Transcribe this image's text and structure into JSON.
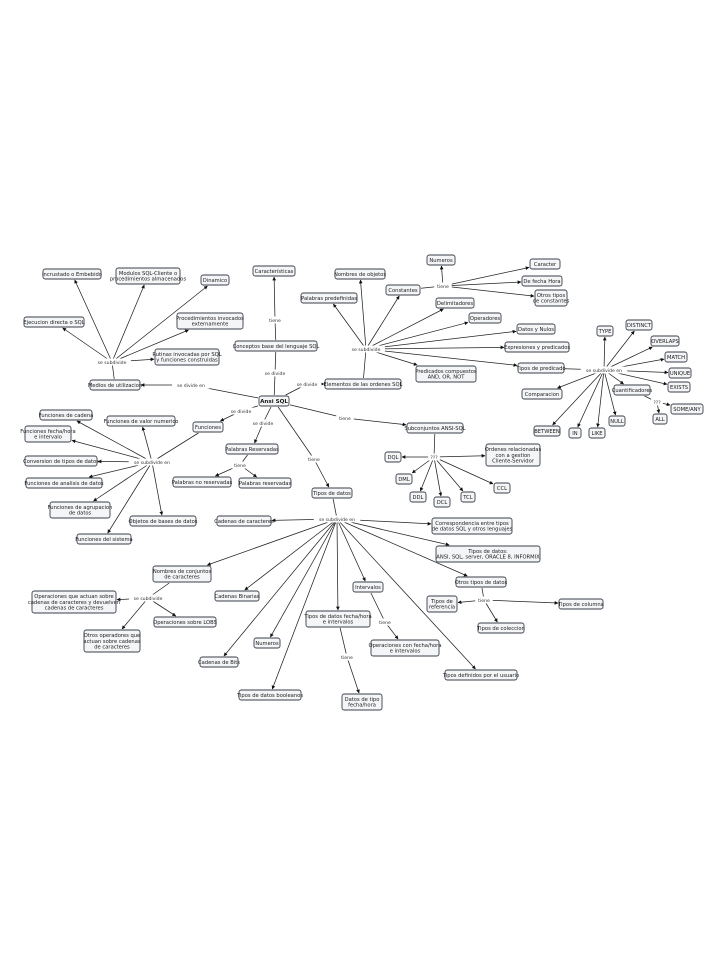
{
  "diagram": {
    "nodes": {
      "ansi": "Ansi SQL",
      "conceptos": "Conceptos base del lenguaje SQL",
      "caracteristicas": "Características",
      "medios": "Medios de utilizacion",
      "incrustado": "Incrustado o Embebido",
      "modulos": [
        "Modulos SQL-Cliente o",
        "procedimientos almacenados"
      ],
      "dinamico": "Dinamico",
      "ejecucion": "Ejecucion directa o SQL",
      "proc_ext": [
        "Procedimientos invocados",
        "externamente"
      ],
      "rutinas": [
        "Rutinas invocadas por SQL",
        "y funciones construidas"
      ],
      "elementos": "Elementos de las ordenes SQL",
      "nombres_obj": "Nombres de objetos",
      "palabras_pred": "Palabras predefinidas",
      "numeros_top": "Numeros",
      "constantes": "Constantes",
      "caracter": "Caracter",
      "fecha_hora": "De fecha Hora",
      "otros_tipos_const": [
        "Otros tipos",
        "de constantes"
      ],
      "delimitadores": "Delimitadores",
      "operadores": "Operadores",
      "datos_nulos": "Datos y Nulos",
      "expresiones": "Expresiones y predicados",
      "tipos_predicado": "Tipos de predicado",
      "predicados_comp": [
        "Predicados compuestos",
        "AND, OR, NOT"
      ],
      "type": "TYPE",
      "distinct": "DISTINCT",
      "overlaps": "OVERLAPS",
      "match": "MATCH",
      "unique": "UNIQUE",
      "exists": "EXISTS",
      "some_any": "SOME/ANY",
      "all": "ALL",
      "cuantificadores": "Cuantificadores",
      "comparacion": "Comparacion",
      "between": "BETWEEN",
      "in": "IN",
      "like": "LIKE",
      "null": "NULL",
      "subconjuntos": "Subconjuntos ANSI-SQL",
      "dql": "DQL",
      "dml": "DML",
      "ddl": "DDL",
      "dcl": "DCL",
      "tcl": "TCL",
      "ccl": "CCL",
      "ordenes_rel": [
        "Ordenes relacionadas",
        "con a gestion",
        "Cliente-Servidor"
      ],
      "funciones": "Funciones",
      "func_cadena": "Funciones de cadena",
      "func_valor_num": "Funciones de valor numerico",
      "func_fecha": [
        "Funciones fecha/hora",
        "e intervalo"
      ],
      "conversion": "Conversion de tipos de datos",
      "func_analisis": "Funciones de analisis de datos",
      "func_agrupacion": [
        "Funciones de agrupacion",
        "de datos"
      ],
      "objetos_bd": "Objetos de bases de datos",
      "func_sistema": "Funciones del sistema",
      "palabras_res": "Palabras Reservadas",
      "palabras_no_res": "Palabras no reservadas",
      "palabras_reservadas": "Palabras reservadas",
      "tipos_datos": "Tipos de datos",
      "cadenas_caracteres": "Cadenas de caracteres",
      "correspondencia": [
        "Correspondencia entre tipos",
        "de datos SQL y otros lenguajes"
      ],
      "tipos_datos_sgbd": [
        "Tipos de datos:",
        "ANSI, SQL, server, ORACLE 8, INFORMIX"
      ],
      "otros_tipos_datos": "Otros tipos de datos",
      "tipos_referencia": [
        "Tipos de",
        "referencia"
      ],
      "tipos_columna": "Tipos de columna",
      "tipos_coleccion": "Tipos de coleccion",
      "tipos_definidos": "Tipos definidos por el usuario",
      "nombres_conjuntos": [
        "Nombres de conjuntos",
        "de caracteres"
      ],
      "op_actuan": [
        "Operaciones que actuan sobre",
        "cadenas de caracteres y devuelven",
        "cadenas de caracteres"
      ],
      "op_lobs": "Operaciones sobre LOBS",
      "otros_op": [
        "Otros operadores que",
        "actuan sobre cadenas",
        "de caracteres"
      ],
      "cadenas_binarias": "Cadenas Binarias",
      "numeros": "Numeros",
      "cadenas_bits": "Cadenas de Bits",
      "tipos_booleanos": "Tipos de datos booleanos",
      "intervalos": "Intervalos",
      "tipos_fecha_int": [
        "Tipos de datos fecha/hora",
        "e intervalos"
      ],
      "operaciones_fecha": [
        "Operaciones con fecha/hora",
        "e intervalos"
      ],
      "datos_fecha": [
        "Datos de tipo",
        "fecha/hora"
      ]
    },
    "links": {
      "se_divide_en": "se divide en",
      "se_divide": "se divide",
      "se_divide2": "se divide",
      "se_divide3": "se divide",
      "se_divide4": "se divide",
      "tiene": "tiene",
      "tiene_car": "tiene",
      "tiene_pal": "tiene",
      "tiene_tipos": "tiene",
      "tiene_int": "tiene",
      "tiene_fecha": "tiene",
      "tiene_const": "tiene",
      "tiene_otros": "tiene",
      "se_subdivide_medios": "se subdivide",
      "se_subdivide_elem": "se subdivide",
      "se_subdivide_en_pred": "se subdivide en",
      "se_subdivide_en_func": "se subdivide en",
      "se_subdivide_en_tipos": "se subdivide en",
      "se_subdivide_nombres": "se subdivide",
      "q_sub": "???",
      "q_cuant": "???"
    }
  }
}
